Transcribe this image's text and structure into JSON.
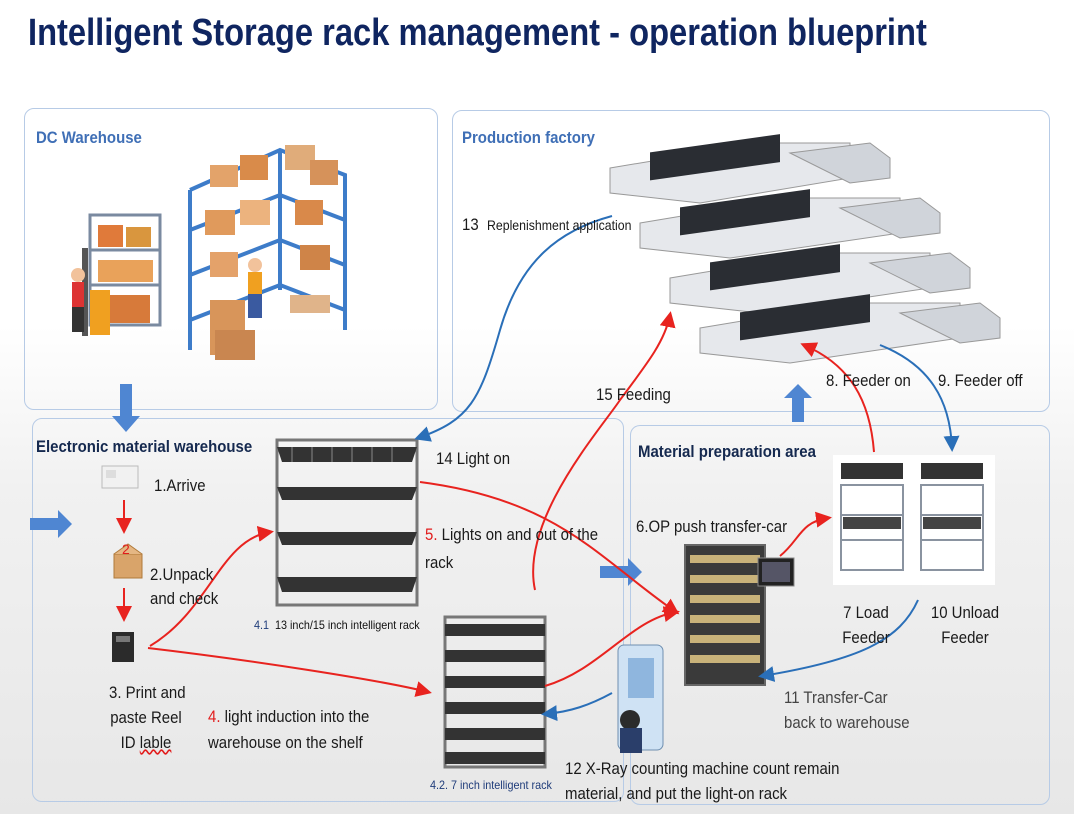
{
  "title": "Intelligent Storage rack management - operation blueprint",
  "panels": {
    "dc": "DC Warehouse",
    "production": "Production factory",
    "electronic": "Electronic material warehouse",
    "material": "Material preparation area"
  },
  "steps": {
    "s1": "1.Arrive",
    "s2a": "2.Unpack",
    "s2b": "and check",
    "s3a": "3. Print and",
    "s3b": "paste Reel",
    "s3c_a": "ID ",
    "s3c_b": "lable",
    "s4_num": "4.",
    "s4_a": " light induction into the",
    "s4_b": "warehouse on the shelf",
    "s41_num": "4.1",
    "s41_text": "13 inch/15 inch intelligent rack",
    "s42": "4.2. 7 inch  intelligent rack",
    "s5_num": "5.",
    "s5_a": " Lights on and out of the",
    "s5_b": "rack",
    "s6": "6.OP push transfer-car",
    "s7a": "7  Load",
    "s7b": "Feeder",
    "s8": "8.  Feeder on",
    "s9": "9.  Feeder off",
    "s10a": "10  Unload",
    "s10b": "Feeder",
    "s11a": "11  Transfer-Car",
    "s11b": "back to warehouse",
    "s12a": "12  X-Ray counting machine count remain",
    "s12b": "material, and put the light-on rack",
    "s13_num": "13",
    "s13_text": "Replenishment application",
    "s14": "14  Light on",
    "s15": "15  Feeding"
  },
  "colors": {
    "title": "#0f2560",
    "panel_title": "#3f6fb6",
    "red_arrow": "#e8231f",
    "blue_arrow": "#2a6fb8",
    "block_arrow": "#4f86d2"
  }
}
